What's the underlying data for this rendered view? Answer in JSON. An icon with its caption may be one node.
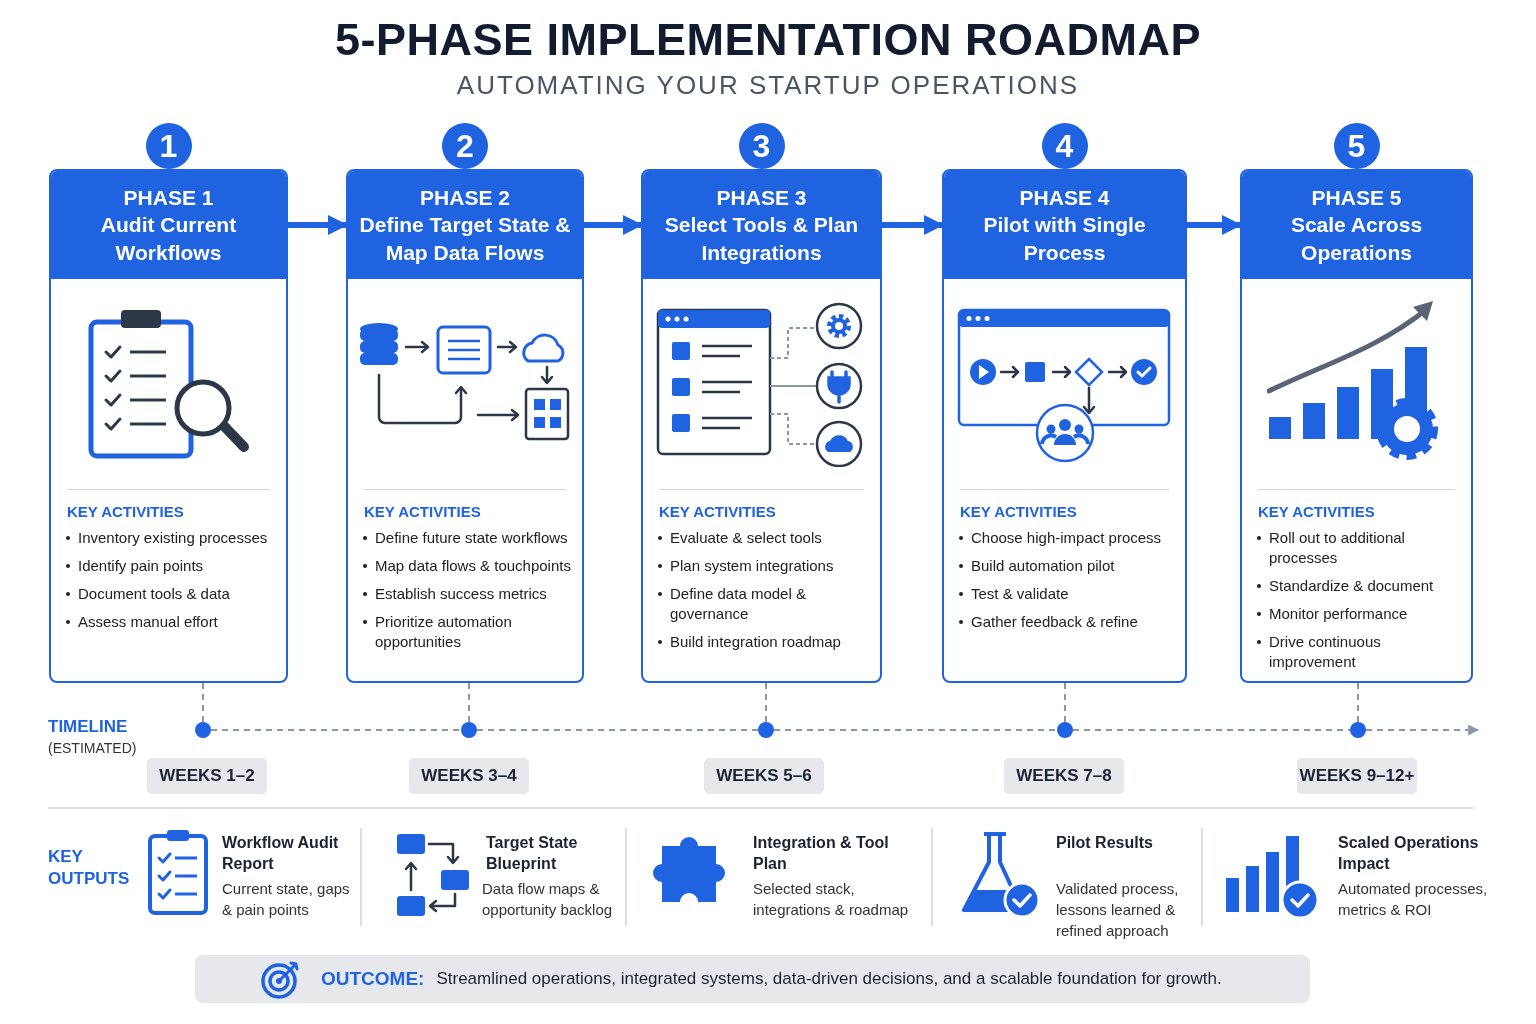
{
  "diagram": {
    "title": "5-PHASE IMPLEMENTATION ROADMAP",
    "nodes": [
      {
        "text": [
          "1"
        ]
      },
      {
        "text": [
          "2"
        ]
      },
      {
        "text": [
          "3"
        ]
      },
      {
        "text": [
          "4"
        ]
      },
      {
        "text": [
          "5"
        ]
      },
      {
        "text": [
          "PHASE 1",
          "Audit Current Workflows",
          "KEY ACTIVITIES",
          "Inventory existing processes",
          "Identify pain points",
          "Document tools & data",
          "Assess manual effort"
        ]
      },
      {
        "text": [
          "PHASE 2",
          "Define Target State & Map Data Flows",
          "KEY ACTIVITIES",
          "Define future state workflows",
          "Map data flows & touchpoints",
          "Establish success metrics",
          "Prioritize automation opportunities"
        ]
      },
      {
        "text": [
          "PHASE 3",
          "Select Tools & Plan Integrations",
          "KEY ACTIVITIES",
          "Evaluate & select tools",
          "Plan system integrations",
          "Define data model & governance",
          "Build integration roadmap"
        ]
      },
      {
        "text": [
          "PHASE 4",
          "Pilot with Single Process",
          "KEY ACTIVITIES",
          "Choose high-impact process",
          "Build automation pilot",
          "Test & validate",
          "Gather feedback & refine"
        ]
      },
      {
        "text": [
          "PHASE 5",
          "Scale Across Operations",
          "KEY ACTIVITIES",
          "Roll out to additional processes",
          "Standardize & document",
          "Monitor performance",
          "Drive continuous improvement"
        ]
      },
      {
        "text": [],
        "shape": "circle"
      },
      {
        "text": [],
        "shape": "circle"
      },
      {
        "text": [],
        "shape": "circle"
      },
      {
        "text": [],
        "shape": "circle"
      },
      {
        "text": [],
        "shape": "circle"
      },
      {
        "text": [
          "WEEKS 1–2"
        ]
      },
      {
        "text": [
          "WEEKS 3–4"
        ]
      },
      {
        "text": [
          "WEEKS 5–6"
        ]
      },
      {
        "text": [
          "WEEKS 7–8"
        ]
      },
      {
        "text": [
          "WEEKS 9–12+"
        ]
      },
      {
        "text": [
          "OUTCOME:",
          "Streamlined operations, integrated systems, data-driven decisions, and a scalable foundation for growth."
        ]
      }
    ],
    "edges": [
      {
        "from": 5,
        "to": 6,
        "arrow": "to",
        "style": "thick",
        "color": "#1f63e0"
      },
      {
        "from": 6,
        "to": 7,
        "arrow": "to",
        "style": "thick",
        "color": "#1f63e0"
      },
      {
        "from": 7,
        "to": 8,
        "arrow": "to",
        "style": "thick",
        "color": "#1f63e0"
      },
      {
        "from": 8,
        "to": 9,
        "arrow": "to",
        "style": "thick",
        "color": "#1f63e0"
      },
      {
        "from": 5,
        "to": 10,
        "arrow": "none",
        "style": "dashed"
      },
      {
        "from": 6,
        "to": 11,
        "arrow": "none",
        "style": "dashed"
      },
      {
        "from": 7,
        "to": 12,
        "arrow": "none",
        "style": "dashed"
      },
      {
        "from": 8,
        "to": 13,
        "arrow": "none",
        "style": "dashed"
      },
      {
        "from": 9,
        "to": 14,
        "arrow": "none",
        "style": "dashed"
      },
      {
        "from": 10,
        "to": 11,
        "arrow": "none",
        "style": "dashed"
      },
      {
        "from": 11,
        "to": 12,
        "arrow": "none",
        "style": "dashed"
      },
      {
        "from": 12,
        "to": 13,
        "arrow": "none",
        "style": "dashed"
      },
      {
        "from": 13,
        "to": 14,
        "arrow": "none",
        "style": "dashed"
      },
      {
        "from": 14,
        "to": null,
        "arrow": "to",
        "style": "dashed"
      }
    ],
    "labels": [
      "AUTOMATING YOUR STARTUP OPERATIONS",
      "TIMELINE",
      "(ESTIMATED)",
      "KEY OUTPUTS",
      "Workflow Audit Report",
      "Current state, gaps & pain points",
      "Target State Blueprint",
      "Data flow maps & opportunity backlog",
      "Integration & Tool Plan",
      "Selected stack, integrations & roadmap",
      "Pilot Results",
      "Validated process, lessons learned & refined approach",
      "Scaled Operations Impact",
      "Automated processes, metrics & ROI"
    ]
  }
}
